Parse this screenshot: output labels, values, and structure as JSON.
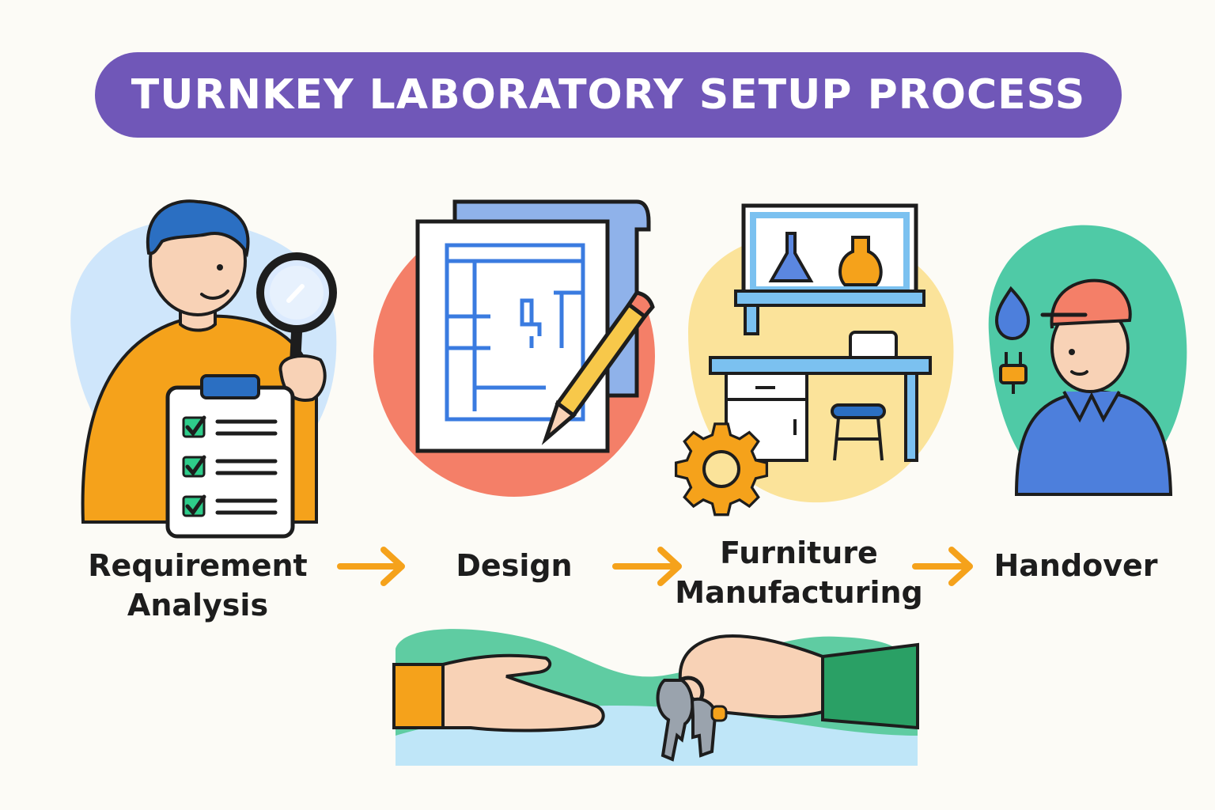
{
  "title": "TURNKEY LABORATORY SETUP PROCESS",
  "steps": [
    {
      "lines": [
        "Requirement",
        "Analysis"
      ],
      "icon": "clipboard-magnifier-person-icon"
    },
    {
      "lines": [
        "Design"
      ],
      "icon": "blueprint-pencil-icon"
    },
    {
      "lines": [
        "Furniture",
        "Manufacturing"
      ],
      "icon": "lab-furniture-gear-icon"
    },
    {
      "lines": [
        "Handover"
      ],
      "icon": "technician-icon"
    }
  ],
  "connector_icon": "arrow-right-icon",
  "bottom_illustration_icon": "key-handover-icon",
  "colors": {
    "banner": "#7057b8",
    "arrow": "#f5a21b",
    "step1_bg": "#cfe6fb",
    "step2_bg": "#f47f68",
    "step3_bg": "#fbe39a",
    "step4_bg": "#4fcaa6",
    "outline": "#1d1d1d"
  }
}
